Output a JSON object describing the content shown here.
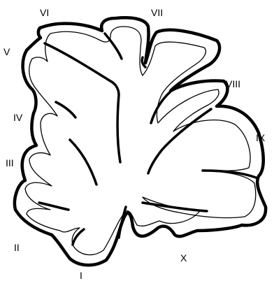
{
  "diagram": {
    "lobules": [
      {
        "numeral": "VI"
      },
      {
        "numeral": "VII"
      },
      {
        "numeral": "V"
      },
      {
        "numeral": "VIII"
      },
      {
        "numeral": "IV"
      },
      {
        "numeral": "IX"
      },
      {
        "numeral": "III"
      },
      {
        "numeral": "II"
      },
      {
        "numeral": "X"
      },
      {
        "numeral": "I"
      }
    ]
  },
  "colors": {
    "outline": "#000000",
    "inner_line": "#000000",
    "fill": "#ffffff",
    "background": "#ffffff"
  }
}
